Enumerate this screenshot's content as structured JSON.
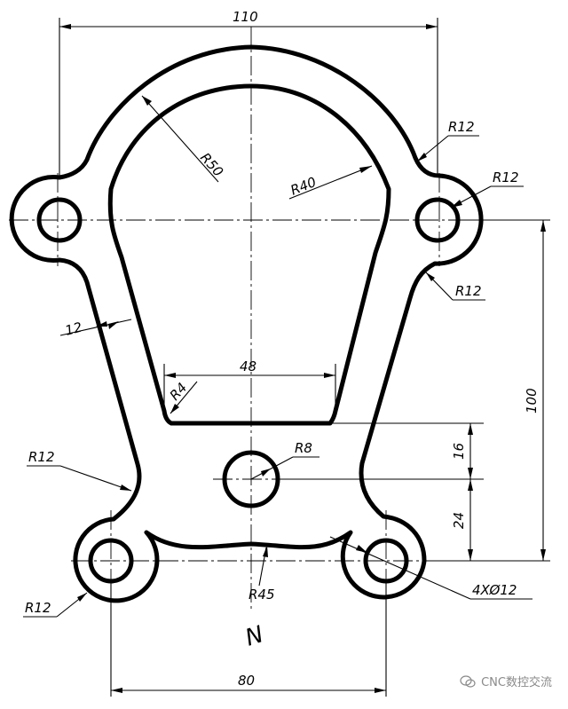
{
  "drawing": {
    "dimensions": {
      "overall_width": "110",
      "hole_spacing": "80",
      "height": "100",
      "offset_16": "16",
      "offset_24": "24",
      "inner_width": "48",
      "wall": "12"
    },
    "radii": {
      "r50": "R50",
      "r40": "R40",
      "r12_top": "R12",
      "r12_right_a": "R12",
      "r12_right_b": "R12",
      "r12_left_mid": "R12",
      "r12_bottom_left": "R12",
      "r8": "R8",
      "r4": "R4",
      "r45": "R45"
    },
    "holes": "4XØ12",
    "surface_mark": "N"
  },
  "watermark": {
    "text": "CNC数控交流"
  },
  "colors": {
    "line": "#000000",
    "background": "#ffffff",
    "watermark": "#8a8a8a"
  }
}
